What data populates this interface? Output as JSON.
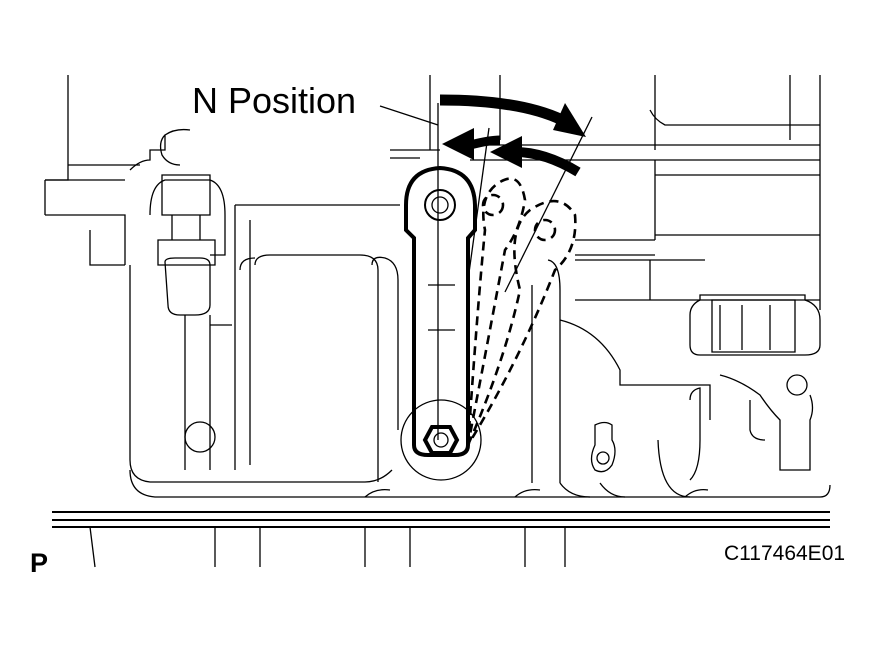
{
  "labels": {
    "position_label": "N Position",
    "view_code": "P",
    "figure_id": "C117464E01"
  },
  "colors": {
    "line": "#000000",
    "background": "#ffffff"
  }
}
